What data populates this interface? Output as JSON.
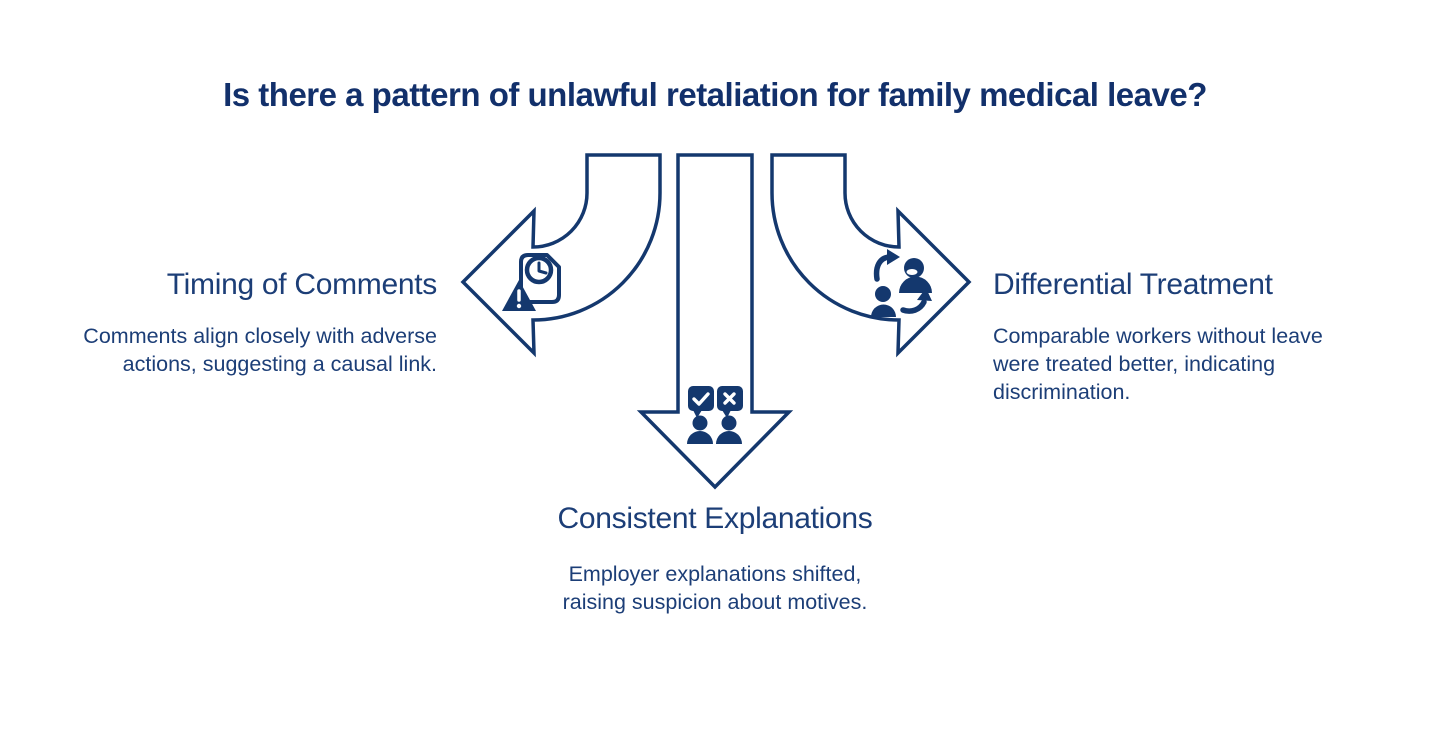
{
  "page": {
    "title": "Is there a pattern of unlawful retaliation for family medical leave?"
  },
  "colors": {
    "background": "#ffffff",
    "outline-navy": "#14386E",
    "title-navy": "#12306B",
    "text-navy": "#1C3E77"
  },
  "sections": [
    {
      "id": "timing",
      "arrow_direction": "left",
      "icon": "document-clock-warning-icon",
      "title": "Timing of Comments",
      "lines": [
        "Comments align closely with adverse",
        "actions, suggesting a causal link."
      ]
    },
    {
      "id": "differential",
      "arrow_direction": "right",
      "icon": "people-swap-icon",
      "title": "Differential Treatment",
      "lines": [
        "Comparable workers without leave",
        "were treated better, indicating",
        "discrimination."
      ]
    },
    {
      "id": "explanations",
      "arrow_direction": "down",
      "icon": "speech-bubbles-check-x-icon",
      "title": "Consistent Explanations",
      "lines": [
        "Employer explanations shifted,",
        "raising suspicion about motives."
      ]
    }
  ]
}
